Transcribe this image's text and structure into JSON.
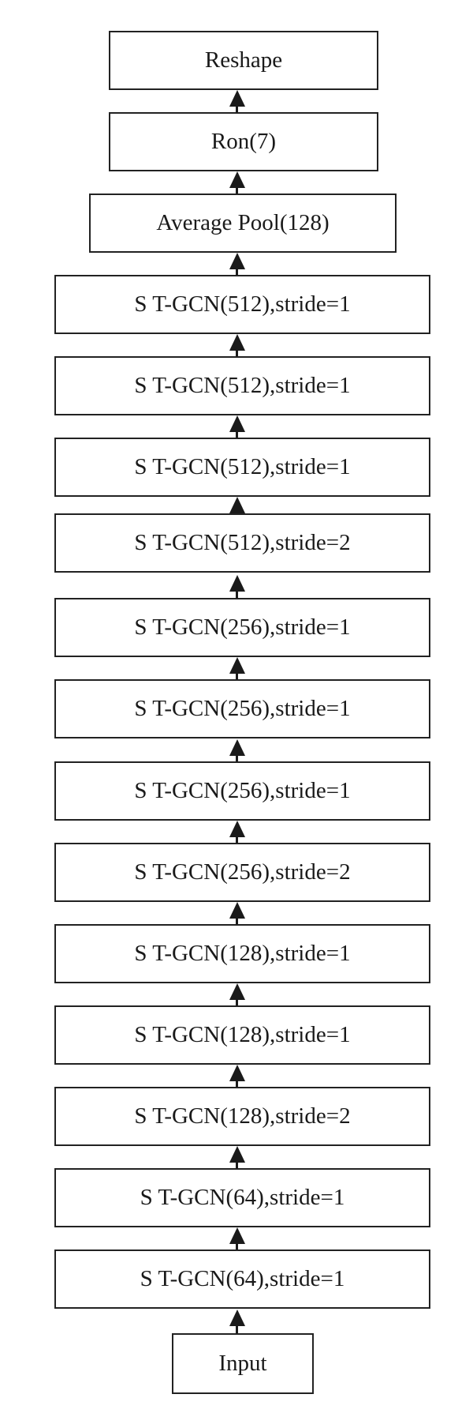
{
  "diagram": {
    "blocks": [
      {
        "id": "reshape",
        "label": "Reshape"
      },
      {
        "id": "ron",
        "label": "Ron(7)"
      },
      {
        "id": "avgpool",
        "label": "Average Pool(128)"
      },
      {
        "id": "stgcn-1",
        "label": "S T-GCN(512),stride=1"
      },
      {
        "id": "stgcn-2",
        "label": "S T-GCN(512),stride=1"
      },
      {
        "id": "stgcn-3",
        "label": "S T-GCN(512),stride=1"
      },
      {
        "id": "stgcn-4",
        "label": "S T-GCN(512),stride=2"
      },
      {
        "id": "stgcn-5",
        "label": "S T-GCN(256),stride=1"
      },
      {
        "id": "stgcn-6",
        "label": "S T-GCN(256),stride=1"
      },
      {
        "id": "stgcn-7",
        "label": "S T-GCN(256),stride=1"
      },
      {
        "id": "stgcn-8",
        "label": "S T-GCN(256),stride=2"
      },
      {
        "id": "stgcn-9",
        "label": "S T-GCN(128),stride=1"
      },
      {
        "id": "stgcn-10",
        "label": "S T-GCN(128),stride=1"
      },
      {
        "id": "stgcn-11",
        "label": "S T-GCN(128),stride=2"
      },
      {
        "id": "stgcn-12",
        "label": "S T-GCN(64),stride=1"
      },
      {
        "id": "stgcn-13",
        "label": "S T-GCN(64),stride=1"
      },
      {
        "id": "input",
        "label": "Input"
      }
    ],
    "colors": {
      "stroke": "#222222",
      "arrow": "#1a1a1a",
      "text": "#1a1a1a",
      "background": "#ffffff"
    }
  }
}
